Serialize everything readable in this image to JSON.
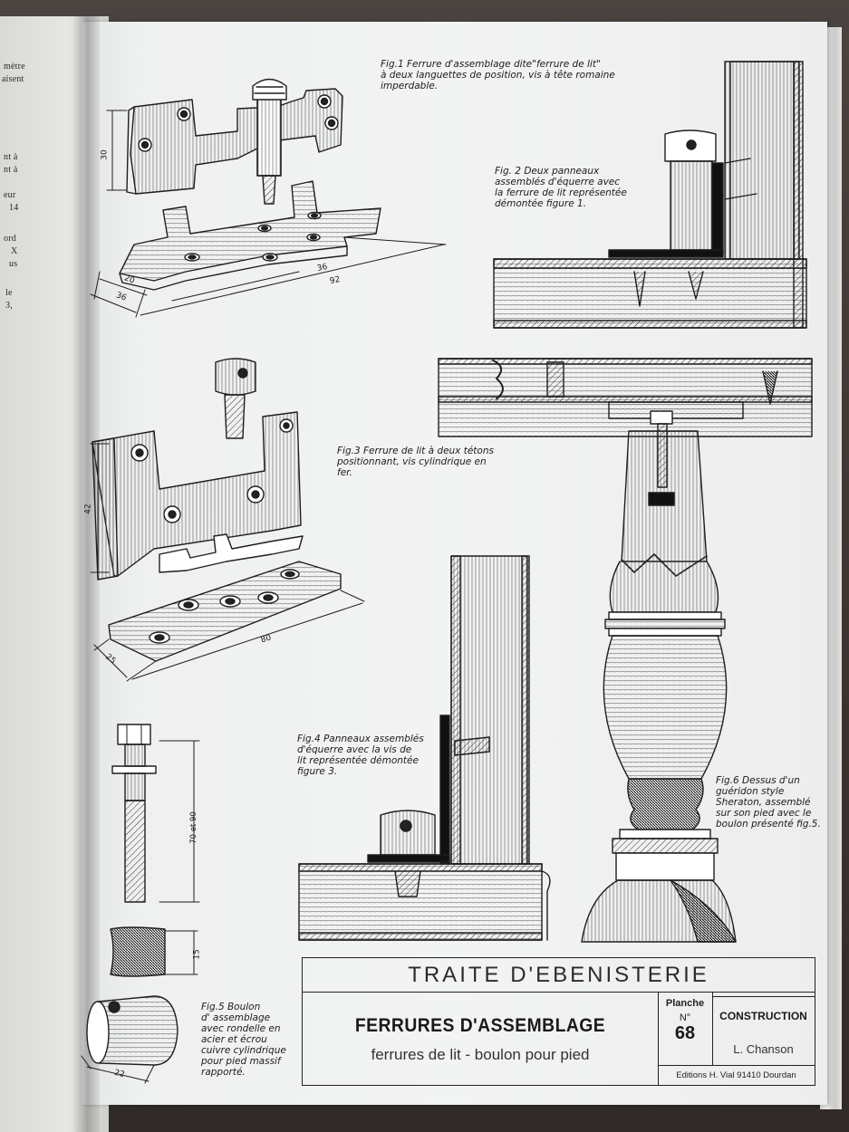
{
  "left_page_fragments": [
    "mètre",
    "aisent",
    "nt à",
    "nt à",
    "eur",
    "14",
    "ord",
    "X",
    "us",
    "le",
    "3,"
  ],
  "captions": {
    "fig1": "Fig.1  Ferrure d'assemblage dite\"ferrure de lit\"\nà deux languettes de position, vis à tête romaine\nimperdable.",
    "fig2": "Fig. 2  Deux panneaux\nassemblés d'équerre avec\nla ferrure de lit représentée\ndémontée figure  1.",
    "fig3": "Fig.3 Ferrure de lit à deux tétons\npositionnant, vis cylindrique  en\nfer.",
    "fig4": "Fig.4 Panneaux assemblés\nd'équerre avec la vis de\nlit représentée démontée\nfigure 3.",
    "fig5": "Fig.5 Boulon\nd' assemblage\navec rondelle en\nacier et écrou\ncuivre cylindrique\npour pied massif\nrapporté.",
    "fig6": "Fig.6 Dessus d'un\nguéridon style\nSheraton, assemblé\nsur son pied avec le\nboulon présenté fig.5."
  },
  "dimensions": {
    "fig1_height": "30",
    "fig1_a": "20",
    "fig1_b": "36",
    "fig1_c": "36",
    "fig1_d": "92",
    "fig3_height": "42",
    "fig3_width": "25",
    "fig3_length": "80",
    "fig5_length": "70 et 90",
    "fig5_nut": "15",
    "fig5_dia": "22"
  },
  "title_block": {
    "series": "TRAITE  D'EBENISTERIE",
    "heading": "FERRURES D'ASSEMBLAGE",
    "subheading": "ferrures de lit - boulon pour pied",
    "planche_label": "Planche",
    "no_label": "N°",
    "planche_number": "68",
    "category": "CONSTRUCTION",
    "author": "L. Chanson",
    "publisher": "Editions H. Vial  91410 Dourdan"
  }
}
